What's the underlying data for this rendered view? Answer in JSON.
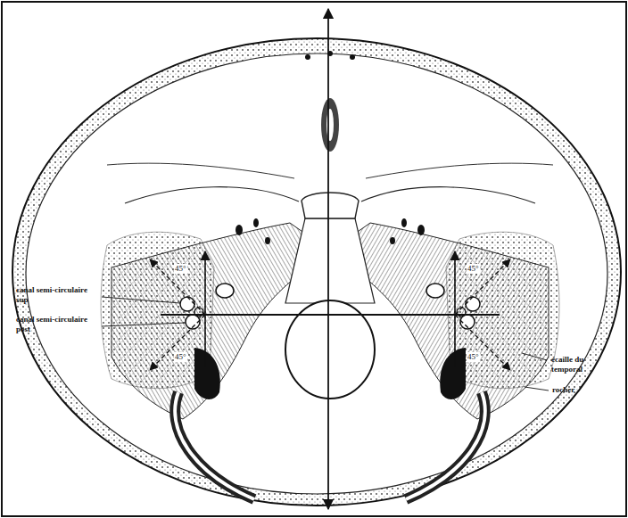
{
  "diagram": {
    "labels": [
      "canal semi-circulaire sup",
      "canal semi-circulaire post",
      "écaille du temporal",
      "rocher",
      "45°",
      "45°",
      "45°",
      "45°"
    ]
  }
}
